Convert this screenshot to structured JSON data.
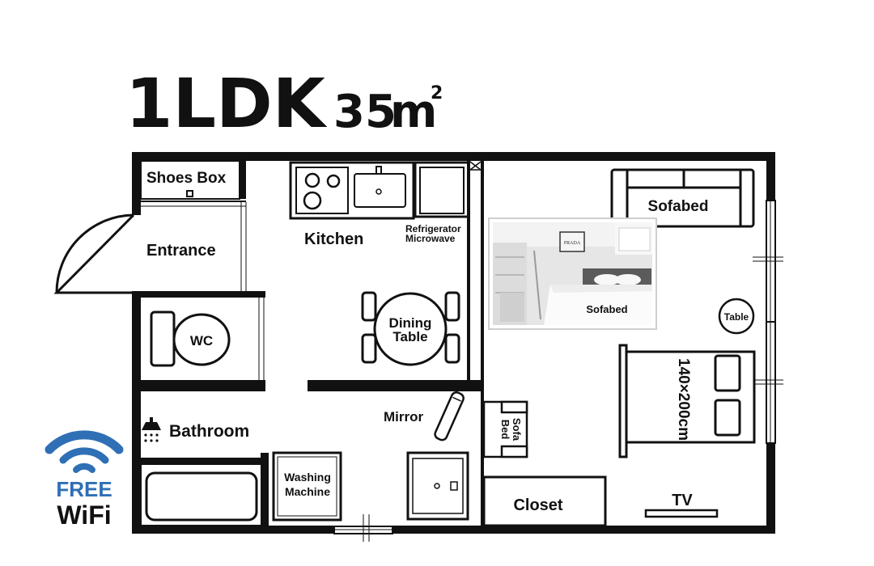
{
  "header": {
    "layout": "1LDK",
    "area": "35",
    "area_unit": "m",
    "area_sup": "2"
  },
  "rooms": {
    "shoes_box": "Shoes Box",
    "entrance": "Entrance",
    "kitchen": "Kitchen",
    "refrigerator": "Refrigerator",
    "microwave": "Microwave",
    "dining_table_1": "Dining",
    "dining_table_2": "Table",
    "wc": "WC",
    "bathroom": "Bathroom",
    "mirror": "Mirror",
    "washing_1": "Washing",
    "washing_2": "Machine",
    "sofabed": "Sofabed",
    "photo_caption": "Sofabed",
    "photo_poster": "PRADA",
    "table": "Table",
    "bed_size": "140×200cm",
    "sofa_bed_1": "Sofa",
    "sofa_bed_2": "Bed",
    "closet": "Closet",
    "tv": "TV"
  },
  "wifi": {
    "line1": "FREE",
    "line2": "WiFi",
    "color": "#2f6fb5"
  }
}
